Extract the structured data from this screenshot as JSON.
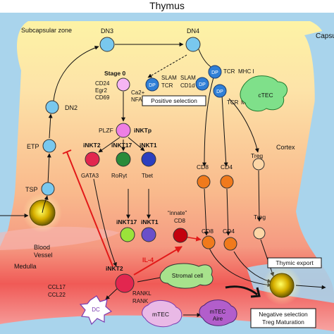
{
  "title": "Thymus",
  "capsule_label": "Capsu",
  "zones": {
    "subcapsular": "Subcapsular zone",
    "cortex": "Cortex",
    "medulla": "Medulla",
    "blood_vessel_line1": "Blood",
    "blood_vessel_line2": "Vessel"
  },
  "cells": {
    "dn3": "DN3",
    "dn4": "DN4",
    "dn2": "DN2",
    "etp": "ETP",
    "tsp": "TSP",
    "dp": "DP",
    "ctec": "cTEC",
    "inkt2": "iNKT2",
    "inkt17": "iNKT17",
    "inkt1": "iNKT1",
    "inktp": "iNKTp",
    "plzf": "PLZF",
    "stage0": "Stage 0",
    "cd8": "CD8",
    "cd4": "CD4",
    "treg": "Treg",
    "innate": "“innate”",
    "stromal": "Stromal cell",
    "mtec": "mTEC",
    "mtec_aire_1": "mTEC",
    "mtec_aire_2": "Aire",
    "dc": "DC"
  },
  "labels": {
    "cd24": "CD24",
    "egr2": "Egr2",
    "cd69": "CD69",
    "ca2": "Ca2+",
    "nfat": "NFAT",
    "slam1": "SLAM",
    "tcr1": "TCR",
    "slam2": "SLAM",
    "cd1d": "CD1d",
    "tcr2": "TCR",
    "mhc1": "MHC I",
    "tcr3": "TCR",
    "mhc2": "MHC II",
    "gata3": "GATA3",
    "rorgt": "RoRγt",
    "tbet": "Tbet",
    "il4": "IL-4",
    "rankl": "RANKL",
    "rank": "RANK",
    "ccl17": "CCL17",
    "ccl22": "CCL22"
  },
  "boxes": {
    "positive_selection": "Positive selection",
    "thymic_export": "Thymic export",
    "negative_selection_1": "Negative selection",
    "negative_selection_2": "Treg Maturation"
  },
  "colors": {
    "background_vessel": "#a9d4ec",
    "inkt2": "#e2264f",
    "inkt17": "#2a8b3a",
    "inkt1": "#2b3fbf",
    "inkt17_mature": "#9be33a",
    "inkt1_mature": "#6a4fc9",
    "cd_orange": "#f07a1c",
    "dp_blue": "#2f7fd6",
    "progenitor_blue": "#79c8ee",
    "plzf_pink": "#ee7fe4",
    "il4_red": "#e21919"
  }
}
